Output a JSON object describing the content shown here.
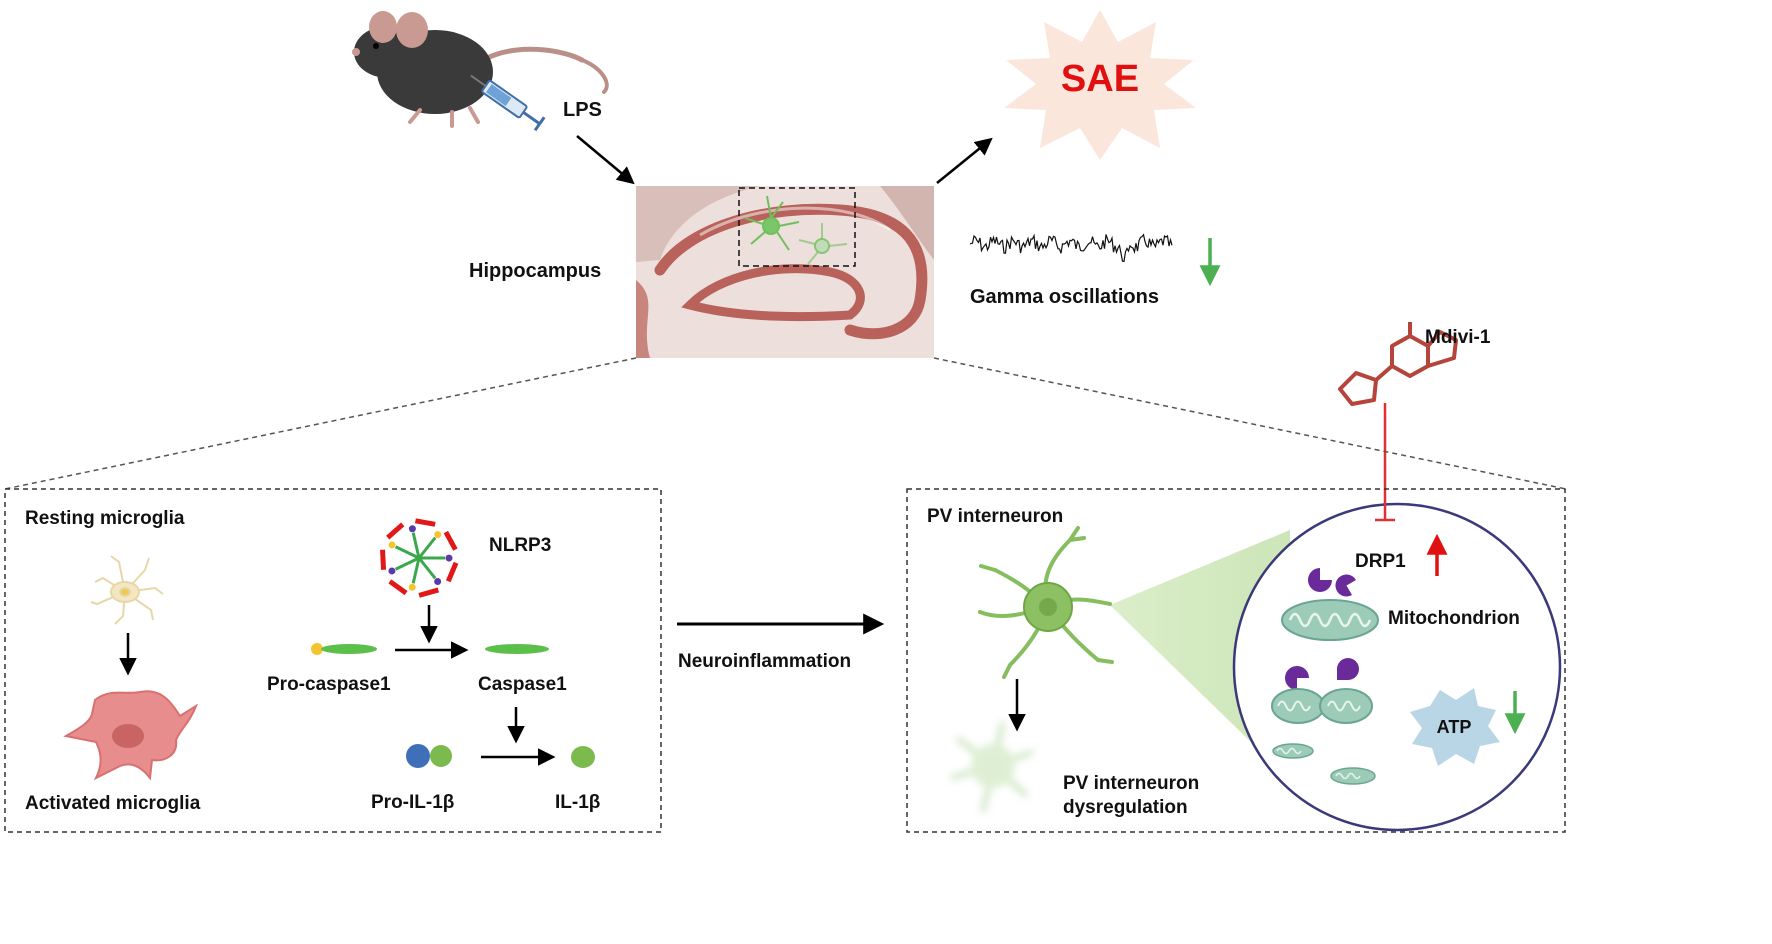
{
  "labels": {
    "lps": "LPS",
    "sae": "SAE",
    "hippocampus": "Hippocampus",
    "gamma": "Gamma  oscillations",
    "mdivi": "Mdivi-1",
    "resting_microglia": "Resting microglia",
    "activated_microglia": "Activated  microglia",
    "nlrp3": "NLRP3",
    "pro_caspase": "Pro-caspase1",
    "caspase": "Caspase1",
    "pro_il": "Pro-IL-1β",
    "il": "IL-1β",
    "neuroinflammation": "Neuroinflammation",
    "pv_interneuron": "PV interneuron",
    "pv_dys_1": "PV interneuron",
    "pv_dys_2": "dysregulation",
    "drp1": "DRP1",
    "mitochondrion": "Mitochondrion",
    "atp": "ATP"
  },
  "colors": {
    "sae_text": "#e01010",
    "sae_burst": "#fbe6dc",
    "decrease_arrow": "#4caf50",
    "increase_arrow": "#e01010",
    "inhibition": "#e03030",
    "drug": "#b5443b",
    "neuron": "#8cc063",
    "microglia_resting": "#efe2b8",
    "microglia_activated": "#e88d8d",
    "mitochondrion": "#9ccbb8",
    "drp1": "#6a2a9a",
    "atp": "#b8d6e6"
  }
}
